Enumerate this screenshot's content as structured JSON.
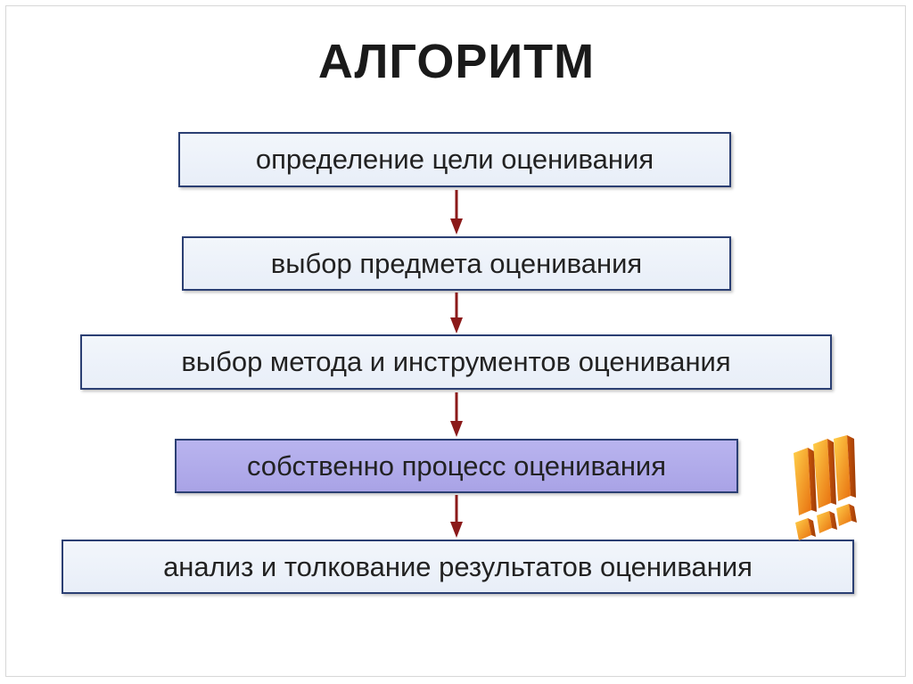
{
  "title": "АЛГОРИТМ",
  "steps": [
    {
      "label": "определение цели оценивания"
    },
    {
      "label": "выбор предмета оценивания"
    },
    {
      "label": "выбор метода и инструментов оценивания"
    },
    {
      "label": "собственно процесс оценивания"
    },
    {
      "label": "анализ и толкование результатов оценивания"
    }
  ],
  "colors": {
    "box_border": "#2b3f73",
    "box_fill": "#e8eef8",
    "box_highlight_fill": "#a9a3e6",
    "arrow": "#8b1a1a",
    "exclaim_orange": "#f08a18"
  },
  "decoration": {
    "icon": "triple-exclamation-icon"
  }
}
